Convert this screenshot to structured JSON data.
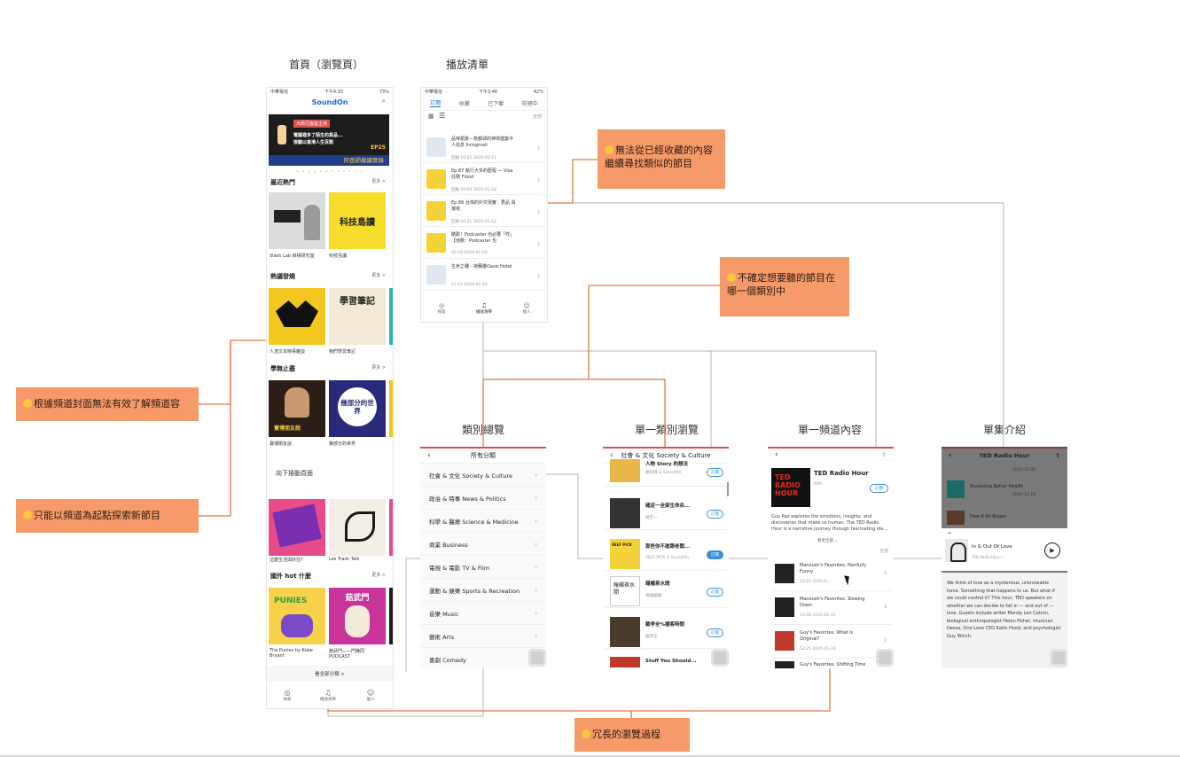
{
  "columns": {
    "home": "首頁（瀏覽頁）",
    "playlist": "播放清單",
    "category_overview": "類別總覽",
    "single_category": "單一類別瀏覽",
    "single_channel": "單一頻道內容",
    "episode_intro": "單集介紹"
  },
  "notes": {
    "n1": "無法從已經收藏的內容繼續尋找類似的節目",
    "n2": "不確定想要聽的節目在哪一個類別中",
    "n3": "根據頻道封面無法有效了解頻道容",
    "n4": "只能以頻道為起點探索新節目",
    "n5": "冗長的瀏覽過程"
  },
  "home": {
    "status_carrier": "中華電信",
    "status_time": "下午4:20",
    "status_battery": "73%",
    "app_title": "SoundOn",
    "banner_tag": "大師兄客座主持",
    "banner_line1": "電腦裡多了陌生的貨品...",
    "banner_line2": "接聽以香港人生百態",
    "banner_ep": "EP25",
    "banner_sub": "阿爸師繼續實錄",
    "sections": [
      {
        "title": "最近熱門",
        "more": "更多 >",
        "items": [
          "Slash Lab 斜槓研究室",
          "科技島讀"
        ]
      },
      {
        "title": "熱議發燒",
        "more": "更多 >",
        "items": [
          "人渣文本時事雜談",
          "我們學習筆記"
        ]
      },
      {
        "title": "學無止盡",
        "more": "更多 >",
        "items": [
          "寶博朋友說",
          "幾部分的世界"
        ]
      },
      {
        "title": "國外 hot 什麼",
        "more": "更多 >",
        "items": [
          "The Punies by Kobe Bryant",
          "菇武門——門陳同 PODCAST"
        ]
      }
    ],
    "scroll_hint": "向下捲動頁面",
    "cover_texts": {
      "tech_island": "科技島讀",
      "notebook": "學習筆記",
      "parts_world": "幾部分的世界",
      "gate": "菇武門",
      "punies": "PUNIES"
    },
    "row3_caps": [
      "這麼生活與好住?",
      "Les Trash Talk"
    ],
    "all_categories": "看全部分類 >",
    "tabs": [
      "探索",
      "播放清單",
      "個人"
    ]
  },
  "playlist": {
    "status_carrier": "中華電信",
    "status_time": "下午3:46",
    "status_battery": "42%",
    "tabs": [
      "訂閱",
      "收藏",
      "已下載",
      "前總中"
    ],
    "select_all": "全部",
    "episodes": [
      {
        "title": "品味順景—荒都城的神瑋建築今人信息 livingmall",
        "meta": "回顧 18:01   2020-02-11"
      },
      {
        "title": "Ep.87 執行大多的歷程 — Visa 任務 Flood",
        "meta": "回顧 20:03   2020-01-18"
      },
      {
        "title": "Ep.86 台灣的外交現實：君品 與凝塔",
        "meta": "回顧 04:21   2020-01-12"
      },
      {
        "title": "酷歡！Podcaster 也必要「咩」【他數：Podcaster 也",
        "meta": "02:18   2020-01-09"
      },
      {
        "title": "生命之種 - 荷蘭雄Oasis Hotel",
        "meta": "15:12   2020-01-03"
      }
    ],
    "bottom_tabs": [
      "探索",
      "播放清單",
      "個人"
    ]
  },
  "category_overview": {
    "header": "所有分類",
    "categories": [
      "社會 & 文化 Society & Culture",
      "政治 & 時事 News & Politics",
      "科學 & 醫療 Science & Medicine",
      "商業 Business",
      "電視 & 電影 TV & Film",
      "運動 & 娛樂 Sports & Recreation",
      "音樂 Music",
      "藝術 Arts",
      "喜劇 Comedy"
    ]
  },
  "single_category": {
    "header": "社會 & 文化 Society & Culture",
    "channels": [
      {
        "title": "人物 Story 的想法",
        "sub": "陳凱琳 & SoundOn",
        "btn": "訂閱"
      },
      {
        "title": "確定一全部生命杀...",
        "sub": "確定一",
        "btn": "訂閱"
      },
      {
        "title": "那些你不敢跟老闆...",
        "sub": "SELF PICK X SoundOn",
        "btn": "訂閱"
      },
      {
        "title": "報橘茶水間",
        "sub": "報橘編輯",
        "btn": "訂閱"
      },
      {
        "title": "截李全%播客時間",
        "sub": "截李全",
        "btn": "訂閱"
      },
      {
        "title": "Stuff You Should...",
        "sub": "",
        "btn": ""
      }
    ],
    "cover_texts": {
      "self_pick": "SELF PICK",
      "teahouse": "報橘茶水間"
    }
  },
  "single_channel": {
    "title": "TED Radio Hour",
    "publisher": "NPR",
    "subscribe": "訂閱",
    "cover_text": "TED RADIO HOUR",
    "desc": "Guy Raz explores the emotions, insights, and discoveries that make us human. The TED Radio Hour is a narrative journey through fascinating ide...",
    "expand": "看更全部",
    "all": "全部",
    "episodes": [
      {
        "title": "Manoush's Favorites: Painfully Funny",
        "meta": "53:22   2020-0..."
      },
      {
        "title": "Manoush's Favorites: Slowing Down",
        "meta": "53:08   2020-01-31"
      },
      {
        "title": "Guy's Favorites: What is Original?",
        "meta": "52:25   2020-01-24"
      },
      {
        "title": "Guy's Favorites: Shifting Time",
        "meta": ""
      }
    ]
  },
  "episode_intro": {
    "header": "TED Radio Hour",
    "bg_items": [
      {
        "title": "",
        "meta": "2020-12-06"
      },
      {
        "title": "Accessing Better Health",
        "meta": "2020-12-16"
      },
      {
        "title": "How It All Began",
        "meta": ""
      }
    ],
    "ep_title": "In & Out Of Love",
    "ep_sub": "TED Radio Hour >",
    "desc": "We think of love as a mysterious, unknowable force. Something that happens to us. But what if we could control it? This hour, TED speakers on whether we can decide to fall in — and out of — love. Guests include writer Mandy Len Catron, biological anthropologist Helen Fisher, musician Dessa, One Love CEO Katie Hood, and psychologist Guy Winch."
  },
  "colors": {
    "note_bg": "#f79a6a",
    "connector": "#e07a45",
    "accent_red": "#d9534f",
    "accent_blue": "#3a8fd8",
    "light_line": "#b5b5b5"
  }
}
